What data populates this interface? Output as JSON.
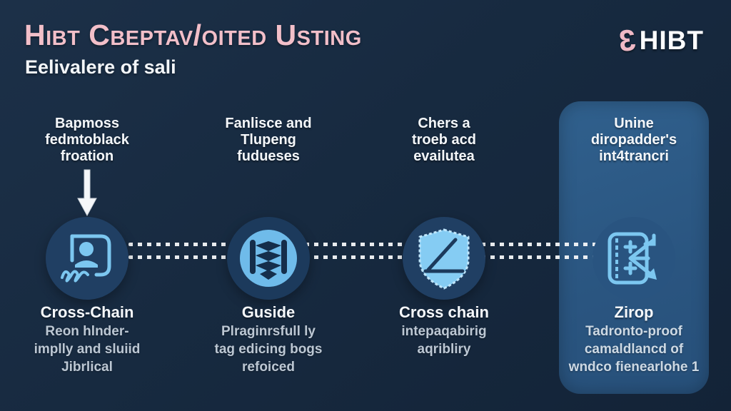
{
  "title": "Hibt Cbeptav/oited Usting",
  "subtitle": "Eelivalere of sali",
  "logo": {
    "mark": "3",
    "text": "HIBT"
  },
  "colors": {
    "background": "#172a40",
    "panel": "#2a5580",
    "title_pink": "#f2bfc9",
    "icon_blue": "#7cc7f0",
    "circle_navy": "#203f63",
    "text_white": "#f4f7fa",
    "text_gray": "#bcc7d3"
  },
  "columns": [
    {
      "header_lines": [
        "Bapmoss",
        "fedmtoblack",
        "froation"
      ],
      "icon": "id-badge-icon",
      "bottom_title": "Cross-Chain",
      "desc_lines": [
        "Reon hlnder-",
        "implly and sluiid",
        "Jibrlical"
      ]
    },
    {
      "header_lines": [
        "Fanlisce and",
        "Tlupeng",
        "fudueses"
      ],
      "icon": "layered-book-icon",
      "bottom_title": "Guside",
      "desc_lines": [
        "Plraginrsfull ly",
        "tag edicing bogs",
        "refoiced"
      ]
    },
    {
      "header_lines": [
        "Chers a",
        "troeb acd",
        "evailutea"
      ],
      "icon": "shield-pencil-icon",
      "bottom_title": "Cross chain",
      "desc_lines": [
        "intepaqabirig",
        "aqribliry"
      ]
    },
    {
      "header_lines": [
        "Unine",
        "diropadder's",
        "int4trancri"
      ],
      "icon": "flow-export-icon",
      "bottom_title": "Zirop",
      "desc_lines": [
        "Tadronto-proof",
        "camaldlancd of",
        "wndco fienearlohe 1"
      ]
    }
  ]
}
